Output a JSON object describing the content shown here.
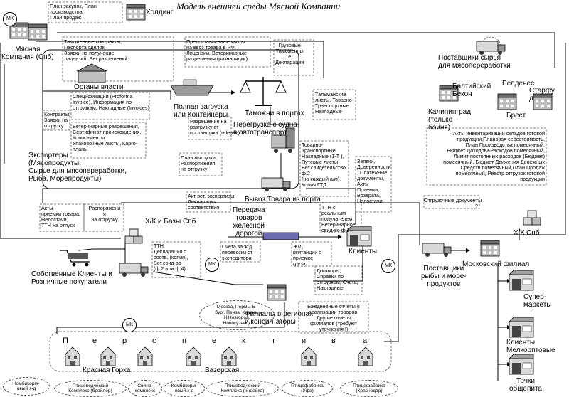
{
  "title": "Модель внешней среды Мясной Компании",
  "mk_label": "МК",
  "holding": {
    "label": "Холдинг",
    "plans": "План закупок, План\nпроизводства,\nПлан продаж"
  },
  "company": {
    "label": "Мясная\nКомпания (Спб)"
  },
  "authorities": {
    "label": "Органы власти",
    "docs_to_authorities": "Таможенные контракты,\nПаспорта сделок,\nЗаявки на получение\nлицензий, Вет.разрешений",
    "quota_docs": "Предоставленные квоты\nна ввоз товара в РФ,\nЛицензии, Ветеринарные\nразрешения (разнарядки)"
  },
  "customs": {
    "label": "Таможни в портах",
    "cargo_docs": "Грузовые\nТаможенны\nе\nДекларации",
    "talman": "Тальманские\nлисты, Товарно-\nТранспортные\nНакладные"
  },
  "loading": {
    "label": "Полная загрузка\nили Контейнеры",
    "specs": "Спецификации (Proforma\nInvoice), Информация по\nотгрузкам, Накладные (Invoices)",
    "release": "Разрешение на\nразгрузку от\nпоставщика (release)"
  },
  "exporters": {
    "label": "Экспортеры\n(Мясопродукты,\nСырье для мясопереработки,\nРыба, Морепродукты)",
    "contracts": "Контракты,\nЗаявки на\nотгрузку",
    "vet_docs": "Ветеринарные разрешения,\nСертификат происхождения,\nКоносаменты\nУпаковочные листы, Карго-\nпланы"
  },
  "transship": {
    "label": "Перегрузка с судна\nв автотранспорт",
    "plans": "План выгрузки,\nРаспоряжения\nна отгрузку",
    "ttn": "Товарно-\nТранспортные\nНакладные (1-Т ),\nПутевые листы,\nВет.свидетельство\nф.2\n(на каждый а/м),\nКопия ГТД"
  },
  "port_export": {
    "label": "Вывоз Товара из порта",
    "acts": "Акт вет. экспертизы,\nДекларация\nсоответствия"
  },
  "raw_suppliers": {
    "label": "Поставщики сырья\nдля мясопереработки",
    "baltic": "Балтийский\nБекон",
    "beldenes": "Белденес",
    "starfud": "Старфу\nд",
    "kaliningrad": "Калининград\n(только\nбойня)",
    "brest": "Брест",
    "acts": "Акты инвентаризации складов готовой\nпродукции,Плановая себестоимость,\nПлан Производства помесячный,\nБюджет Доходов&Расходов помесячный,\nЛимит постоянных расходов (Бюджет)\nпомесячный, Бюджет Движения Денежных\nСредств помесячный,План Продаж\nпомесячный, Реестр отгрузок готовой\nпродукции"
  },
  "requests": "Заявки,\nДоверенности\n, Платежные\nдокументы,\nАкты\nПриемки,\nВозврата,\nНедостачи",
  "shipping_docs": "Отгрузочные документы\n?",
  "hk_spb": {
    "label": "Х/К и Базы Спб"
  },
  "acts_receive": "Акты\nприемки товара,\nНедостачи,\nТТН на отпуск",
  "orders_ship": "Распоряжени\nя\nна отгрузку",
  "rail": {
    "label": "Передача\nтоваров\nжелезной\nдорогой"
  },
  "ttn_real": "ТТН с\nреальным\nполучателем,\nВетеринарное\nсвид-во ф.2",
  "ttn_decl": "ТТН,\nДекларация о\nсоотв. (копия),\nВет.свид-во\n(ф.2 или ф.4)",
  "rail_invoice": "Счета за ж/д\nперевозки от\nэкспедитора",
  "rail_receipt": "Ж/Д\nквитанции о\nприемке\nгруза",
  "clients": {
    "label": "Клиенты"
  },
  "own_clients": {
    "label": "Собственные Клиенты и\nРозничные покупатели"
  },
  "contracts_clients": "Договоры,\nСправки по\nотгрузкам, Счета,\nНакладные",
  "branches": {
    "label": "Филиалы в регионах\nи консигнаторы",
    "cities": "Москва, Пермь, Е-\nбург, Пенза, Казань,\nН.Новгород,\nНовокузнецк",
    "reports": "Ежедневные отчеты о\nреализации товаров,\nДругие отчеты\nфилиалов (требуют\nуточнения !)"
  },
  "hk_spb2": {
    "label": "Х/К Спб"
  },
  "moscow": {
    "label": "Московский филиал"
  },
  "fish_suppliers": {
    "label": "Поставщики\nрыбы и море-\nпродуктов"
  },
  "supermarkets": {
    "label": "Супер-\nмаркеты"
  },
  "wholesale": {
    "label": "Клиенты\nМелкооптовые"
  },
  "catering": {
    "label": "Точки\nобщепита"
  },
  "perspectives": [
    "П",
    "е",
    "р",
    "с",
    "п",
    "е",
    "к",
    "т",
    "и",
    "в",
    "а"
  ],
  "krasnaya_gorka": {
    "label": "Красная Горка"
  },
  "vazerskaya": {
    "label": "Вазерская"
  },
  "factories": [
    {
      "label": "Комбикорм-\nовый з-д"
    },
    {
      "label": "Птицеводческий\nКомплекс (бройлер)"
    },
    {
      "label": "Свино-\nкомплекс"
    },
    {
      "label": "Комбикорм-\nовый з-д"
    },
    {
      "label": "Птицеводческий\nКомплекс (индейка)"
    },
    {
      "label": "Птицефабрика\n(Уфа)"
    },
    {
      "label": "Птицефабрика\n(Краснодар)"
    }
  ]
}
